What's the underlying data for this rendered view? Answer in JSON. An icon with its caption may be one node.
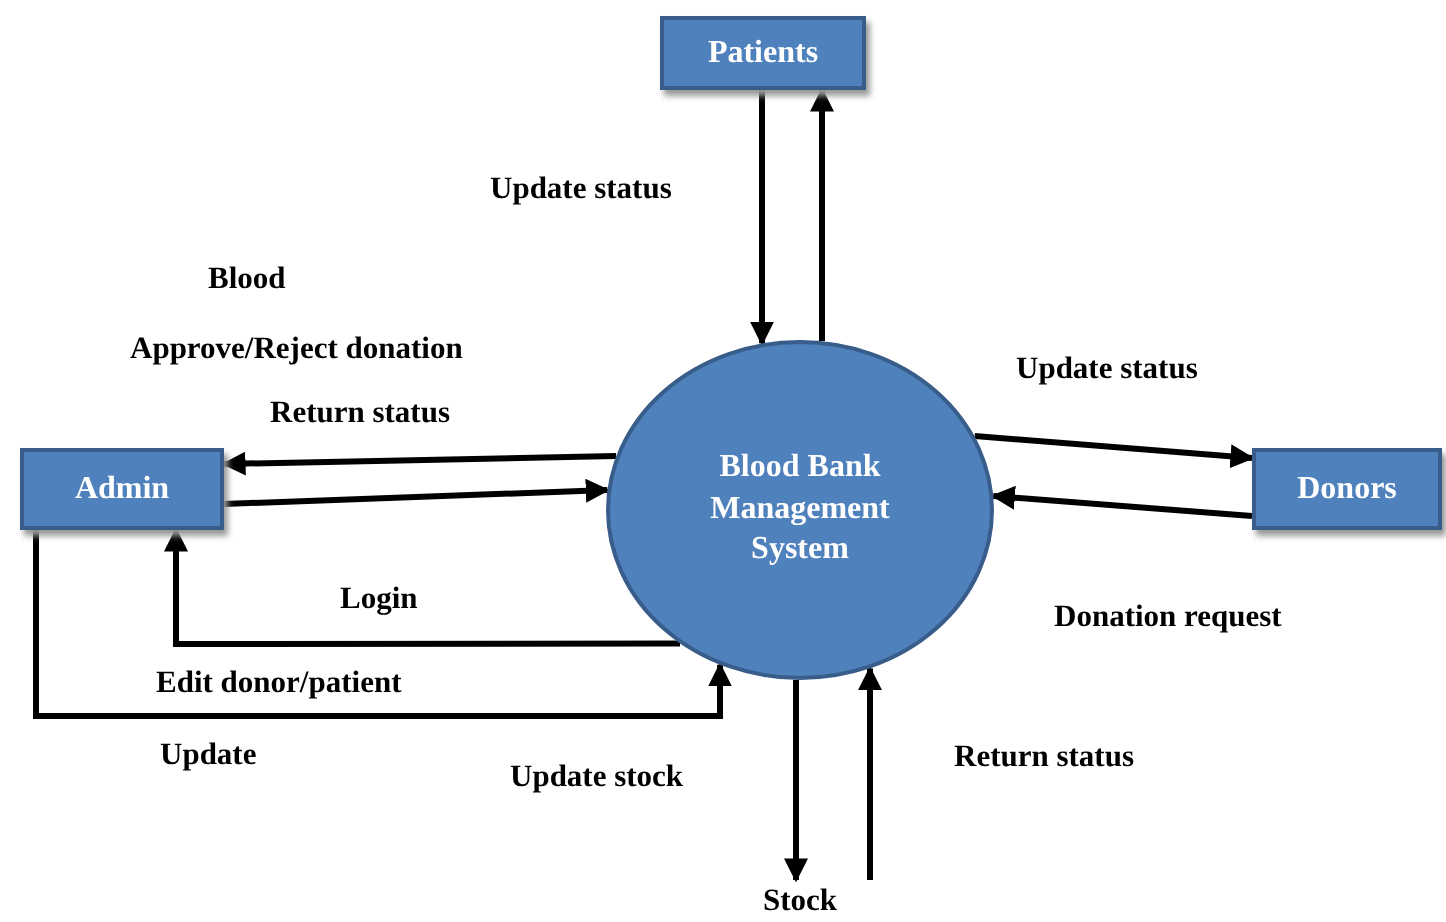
{
  "diagram": {
    "nodes": [
      {
        "text": [
          "Patients"
        ]
      },
      {
        "text": [
          "Admin"
        ]
      },
      {
        "text": [
          "Blood Bank Management System"
        ]
      },
      {
        "text": [
          "Donors"
        ]
      },
      {
        "text": [
          "Stock"
        ]
      }
    ],
    "edges": [
      {
        "from": 0,
        "to": 2,
        "arrow": "to",
        "label": "Update status"
      },
      {
        "from": 2,
        "to": 0,
        "arrow": "to"
      },
      {
        "from": 2,
        "to": 1,
        "arrow": "to",
        "label": "Return status"
      },
      {
        "from": 1,
        "to": 2,
        "arrow": "to"
      },
      {
        "from": 2,
        "to": 1,
        "arrow": "to",
        "label": "Login"
      },
      {
        "from": 1,
        "to": 2,
        "arrow": "to",
        "label": "Edit donor/patient"
      },
      {
        "from": 2,
        "to": 3,
        "arrow": "to",
        "label": "Update status"
      },
      {
        "from": 3,
        "to": 2,
        "arrow": "to",
        "label": "Donation request"
      },
      {
        "from": 2,
        "to": 4,
        "arrow": "to",
        "label": "Update stock"
      },
      {
        "from": 4,
        "to": 2,
        "arrow": "to",
        "label": "Return status"
      }
    ],
    "labels": [
      "Blood",
      "Approve/Reject donation",
      "Update"
    ]
  }
}
